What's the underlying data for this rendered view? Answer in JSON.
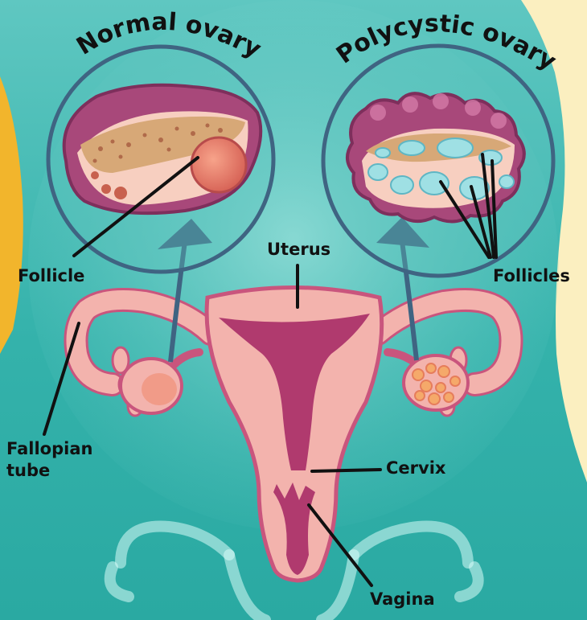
{
  "diagram": {
    "headings": {
      "normal": "Normal ovary",
      "polycystic": "Polycystic ovary"
    },
    "labels": {
      "follicle": "Follicle",
      "follicles": "Follicles",
      "uterus": "Uterus",
      "fallopian_line1": "Fallopian",
      "fallopian_line2": "tube",
      "cervix": "Cervix",
      "vagina": "Vagina"
    },
    "colors": {
      "background": "#2fb0aa",
      "body_side_left": "#f2b52c",
      "body_side_right": "#fbefc0",
      "tissue_pink": "#f3b3ad",
      "tissue_outline": "#c9557d",
      "cavity_magenta": "#b03a6e",
      "cyst_blue": "#9fe0e4",
      "ring_blue": "#3f6482"
    }
  }
}
